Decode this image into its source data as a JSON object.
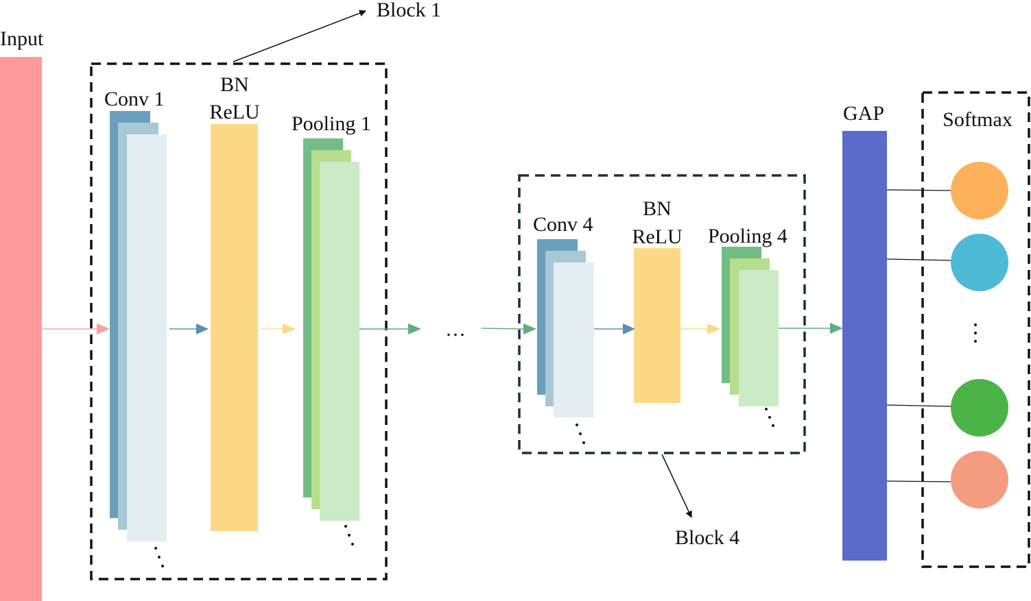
{
  "labels": {
    "input": "Input",
    "block1": "Block 1",
    "conv1": "Conv 1",
    "bn_block1": "BN",
    "relu_block1": "ReLU",
    "pooling1": "Pooling 1",
    "ellipsis_between_blocks": "…",
    "conv4": "Conv 4",
    "bn_block4": "BN",
    "relu_block4": "ReLU",
    "pooling4": "Pooling 4",
    "block4": "Block 4",
    "gap": "GAP",
    "softmax": "Softmax"
  },
  "colors": {
    "input": "#ff9a9a",
    "conv_dark": "#6a9fbd",
    "conv_mid": "#a9c8d6",
    "conv_light": "#e2eef2",
    "bn_relu": "#fdd985",
    "pool_dark": "#72bd86",
    "pool_mid": "#b6de8c",
    "pool_light": "#cbeac6",
    "gap": "#5b6bc9",
    "node_orange": "#fdb15a",
    "node_cyan": "#4fbad6",
    "node_green": "#4cb347",
    "node_salmon": "#f39c80",
    "arrow_input": "#f4a0a0",
    "arrow_conv": "#5b8db5",
    "arrow_bn": "#fdd985",
    "arrow_pool": "#5fae7a",
    "dashed_border": "#111111"
  }
}
